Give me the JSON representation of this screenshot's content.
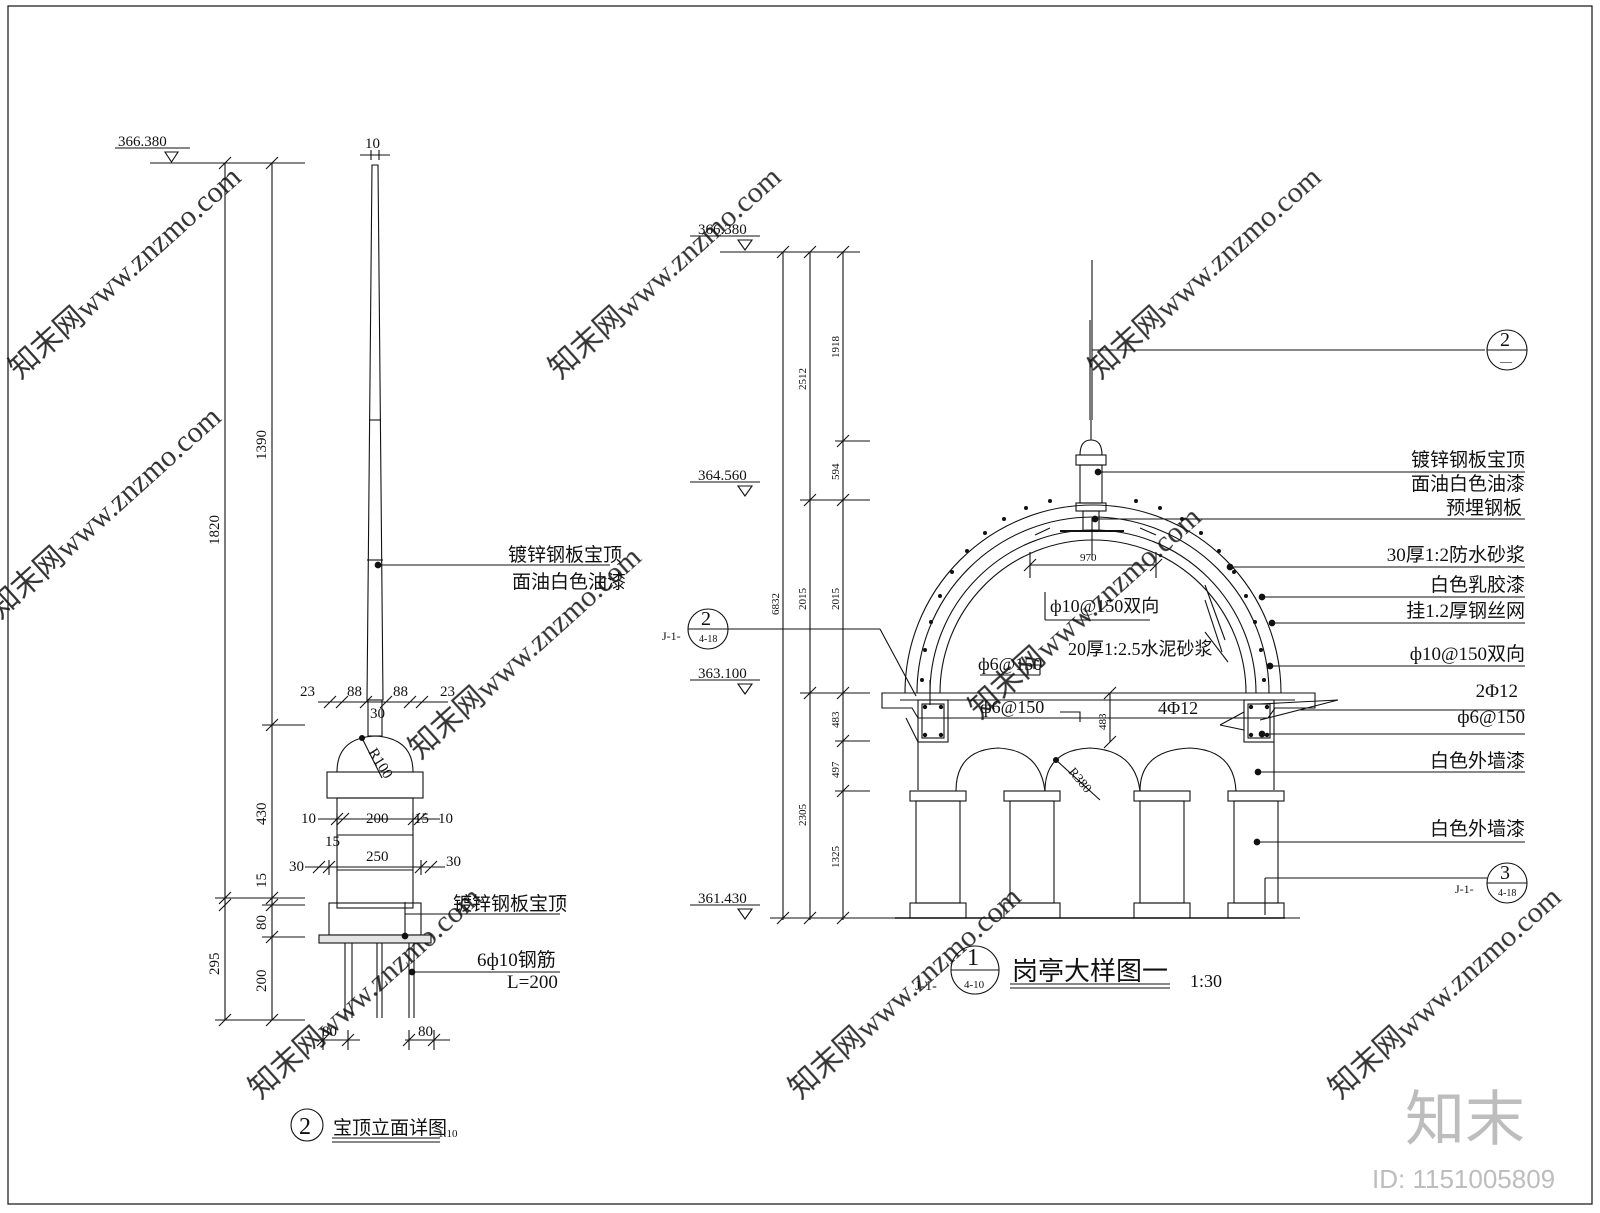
{
  "finial_detail": {
    "elev_top": "366.380",
    "dim_top": "10",
    "dim_1390": "1390",
    "dim_1820": "1820",
    "dim_430": "430",
    "dim_15": "15",
    "dim_295": "295",
    "dim_80": "80",
    "dim_200": "200",
    "dim_23_left": "23",
    "dim_88_left": "88",
    "dim_88_right": "88",
    "dim_23_right": "23",
    "dim_30_center": "30",
    "radius": "R100",
    "dim_10_left": "10",
    "dim_200_mid": "200",
    "dim_15_right": "15",
    "dim_10_right": "10",
    "dim_15_lower": "15",
    "dim_30_left": "30",
    "dim_250": "250",
    "dim_30_right": "30",
    "dim_80_left_bottom": "80",
    "dim_80_right_bottom": "80",
    "note_pole_1": "镀锌钢板宝顶",
    "note_pole_2": "面油白色油漆",
    "note_base": "镀锌钢板宝顶",
    "note_rebar_1": "6ф10钢筋",
    "note_rebar_2": "L=200",
    "title_number": "2",
    "title_text": "宝顶立面详图",
    "title_scale": "1:10"
  },
  "kiosk_detail": {
    "elev_366": "366.380",
    "elev_364": "364.560",
    "elev_363": "363.100",
    "elev_361": "361.430",
    "dim_6832": "6832",
    "dim_2512": "2512",
    "dim_1918": "1918",
    "dim_594": "594",
    "dim_2015_outer": "2015",
    "dim_2015_inner": "2015",
    "dim_2305": "2305",
    "dim_483": "483",
    "dim_497": "497",
    "dim_1325": "1325",
    "dim_970": "970",
    "dim_483_inner": "483",
    "radius_arch": "R380",
    "inner_rebar_1": "ф10@150双向",
    "inner_rebar_2": "ф6@150",
    "inner_mortar": "20厚1:2.5水泥砂浆",
    "inner_rebar_3": "ф6@150",
    "inner_rebar_4": "4Φ12",
    "ref_left_prefix": "J-1-",
    "ref_left_number": "2",
    "ref_left_sheet": "4-18",
    "ref_top_number": "2",
    "ref_top_sheet": "—",
    "ref_bottom_prefix": "J-1-",
    "ref_bottom_number": "3",
    "ref_bottom_sheet": "4-18",
    "notes": [
      "镀锌钢板宝顶",
      "面油白色油漆",
      "预埋钢板",
      "30厚1:2防水砂浆",
      "白色乳胶漆",
      "挂1.2厚钢丝网",
      "ф10@150双向",
      "2Φ12",
      "ф6@150",
      "白色外墙漆",
      "白色外墙漆"
    ],
    "title_prefix": "J-1-",
    "title_number": "1",
    "title_sheet": "4-10",
    "title_text": "岗亭大样图一",
    "title_scale": "1:30"
  },
  "branding": {
    "watermark": "知末网www.znzmo.com",
    "logo": "知末",
    "id_label": "ID: 1151005809"
  },
  "colors": {
    "line": "#111111",
    "watermark": "#d6d6d6",
    "logo": "#bdbdbd"
  }
}
